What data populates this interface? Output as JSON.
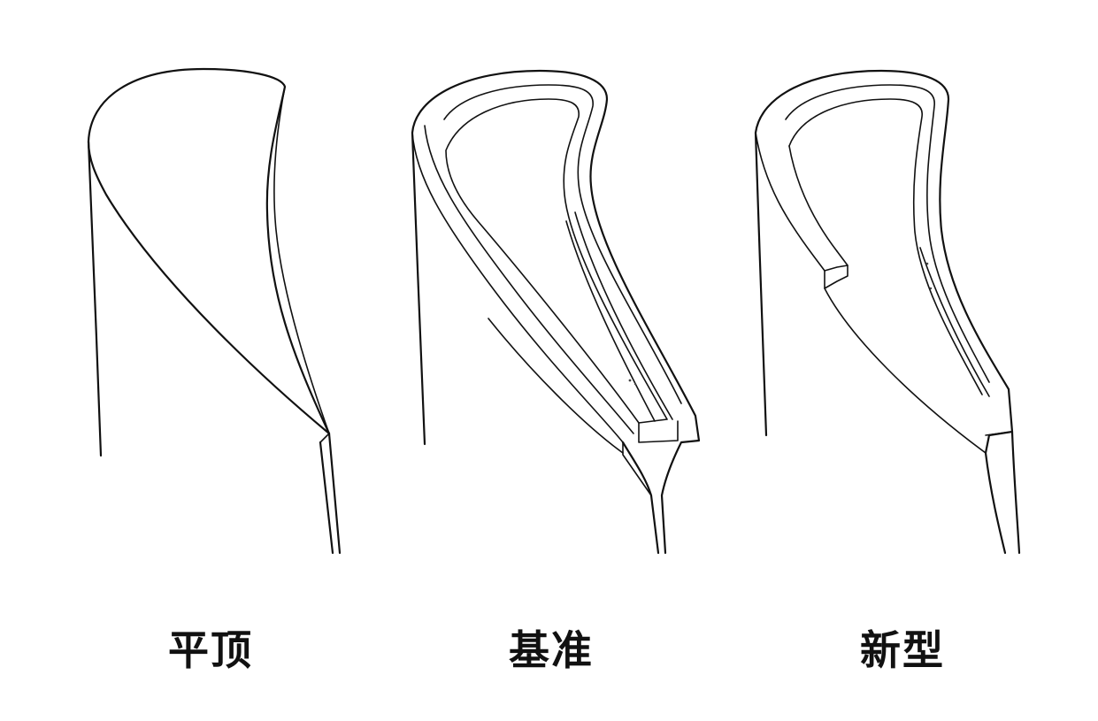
{
  "figure": {
    "panels": [
      {
        "label": "平顶",
        "variant": "flat-tip"
      },
      {
        "label": "基准",
        "variant": "baseline-squealer"
      },
      {
        "label": "新型",
        "variant": "novel-partial-squealer"
      }
    ],
    "colors": {
      "stroke": "#111111",
      "background": "#ffffff"
    }
  }
}
